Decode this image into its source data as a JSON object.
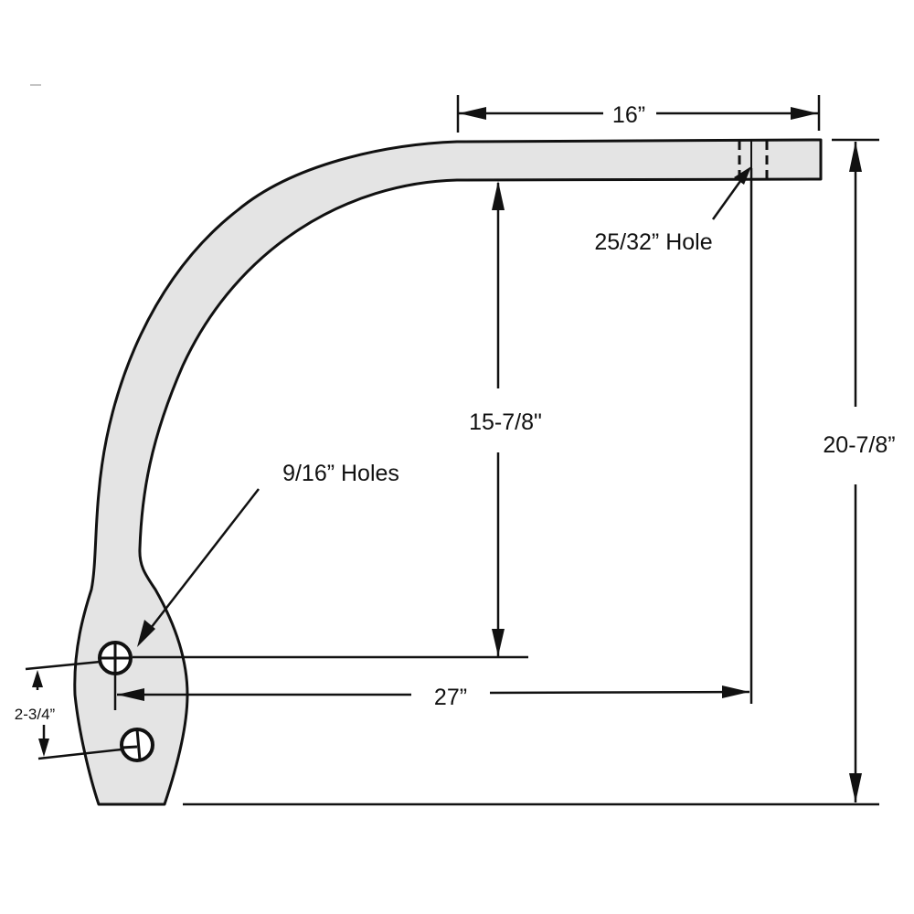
{
  "diagram": {
    "type": "technical-drawing",
    "subject": "curved bracket arm",
    "colors": {
      "part_fill": "#e4e4e4",
      "line": "#111111",
      "background": "#ffffff"
    },
    "dimensions": {
      "top_length": "16”",
      "inner_height": "15-7/8\"",
      "overall_height": "20-7/8”",
      "horizontal_reach": "27”",
      "hole_spacing": "2-3/4”"
    },
    "callouts": {
      "top_hole": "25/32” Hole",
      "bottom_holes": "9/16” Holes"
    }
  }
}
